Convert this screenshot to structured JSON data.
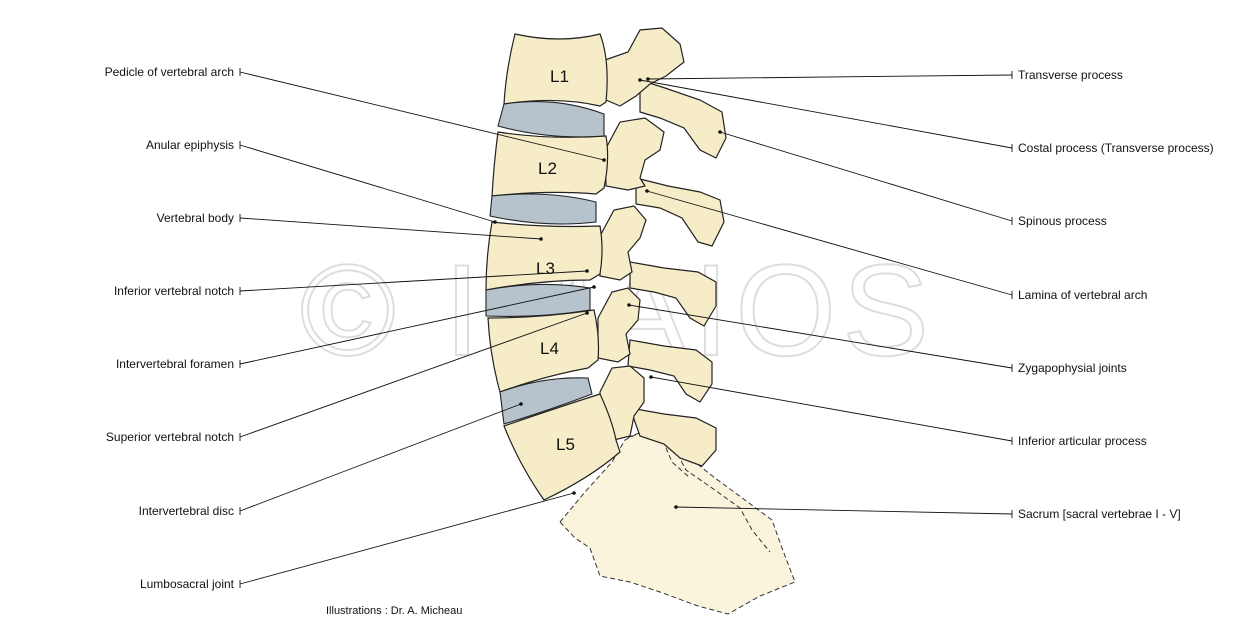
{
  "watermark": "© IMAIOS",
  "credit": "Illustrations : Dr. A. Micheau",
  "vertebrae": [
    "L1",
    "L2",
    "L3",
    "L4",
    "L5"
  ],
  "left_labels": [
    "Pedicle of vertebral arch",
    "Anular epiphysis",
    "Vertebral body",
    "Inferior vertebral notch",
    "Intervertebral foramen",
    "Superior vertebral notch",
    "Intervertebral disc",
    "Lumbosacral joint"
  ],
  "right_labels": [
    "Transverse process",
    "Costal process (Transverse process)",
    "Spinous process",
    "Lamina of vertebral arch",
    "Zygapophysial joints",
    "Inferior articular process",
    "Sacrum [sacral vertebrae I - V]"
  ],
  "colors": {
    "bone": "#f6ecc8",
    "disc": "#b7c3cc",
    "sacrum": "#fbf4dc"
  }
}
